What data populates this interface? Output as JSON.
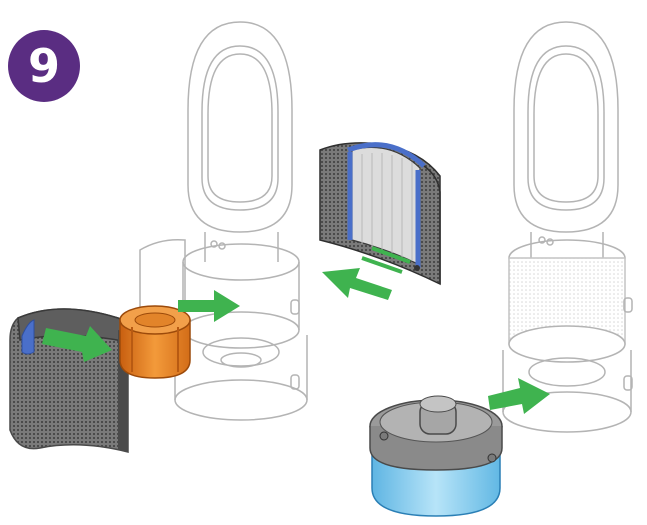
{
  "step": {
    "number": "9"
  },
  "colors": {
    "badge": "#5a2d82",
    "arrow": "#3fb34f",
    "outline": "#9a9a9a",
    "carbon_filter": "#e07b1f",
    "hepa_frame": "#4a6fc9",
    "water_tank": "#8fd0f0",
    "tank_lid": "#8c8c8c",
    "shroud_mesh": "#6b6b6b"
  },
  "icons": [
    "step-badge",
    "fan-unit-outline",
    "hepa-filter-shroud",
    "carbon-filter-cylinder",
    "hepa-filter-half",
    "water-tank",
    "insert-arrow"
  ]
}
